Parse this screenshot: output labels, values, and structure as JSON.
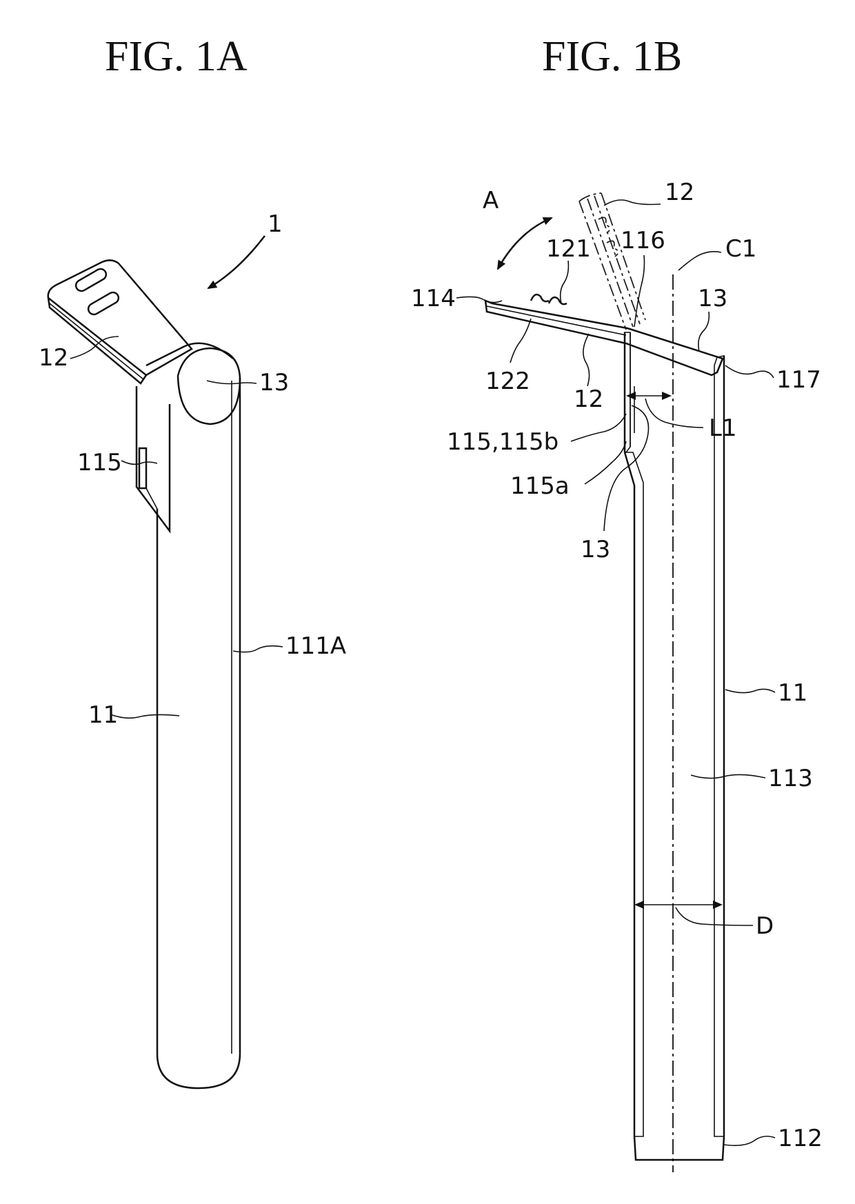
{
  "figures": {
    "left": {
      "title": "FIG. 1A",
      "labels": {
        "assembly": "1",
        "tab": "12",
        "hinge": "13",
        "opening": "115",
        "seam": "111A",
        "tube": "11"
      }
    },
    "right": {
      "title": "FIG. 1B",
      "labels": {
        "rotation": "A",
        "tab_raised": "12",
        "rib_upper": "121",
        "fold": "116",
        "center_line": "C1",
        "end": "114",
        "hinge_top": "13",
        "rib_lower": "122",
        "tab_lower": "12",
        "rim": "117",
        "opening_combo": "115,115b",
        "offset": "L1",
        "opening_a": "115a",
        "hinge_lower": "13",
        "tube": "11",
        "bore": "113",
        "diameter": "D",
        "bottom": "112"
      }
    }
  }
}
